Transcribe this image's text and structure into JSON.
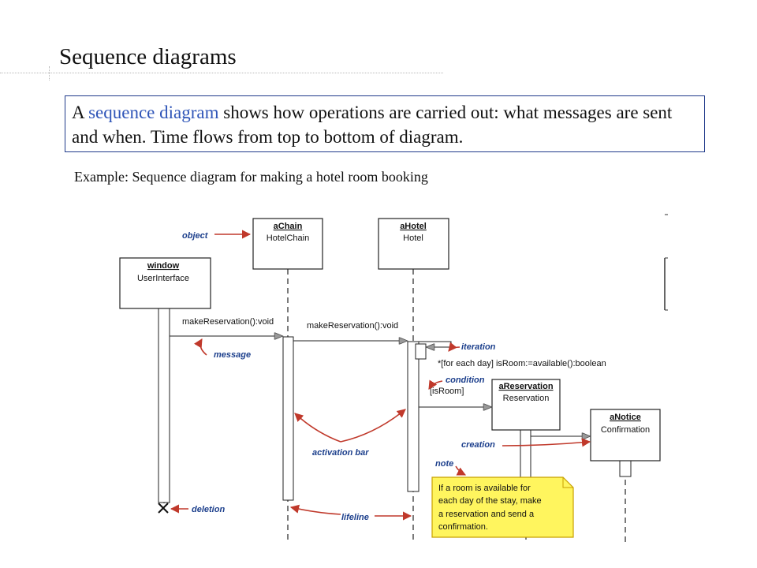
{
  "slide": {
    "title": "Sequence diagrams",
    "definition": {
      "prefix": "A ",
      "term": "sequence diagram",
      "rest": " shows how operations are carried out: what messages are sent and when. Time flows from top to bottom of diagram."
    },
    "example": "Example: Sequence diagram for making a hotel room booking"
  },
  "diagram": {
    "objects": [
      {
        "name": "window",
        "class": "UserInterface"
      },
      {
        "name": "aChain",
        "class": "HotelChain"
      },
      {
        "name": "aHotel",
        "class": "Hotel"
      },
      {
        "name": "aReservation",
        "class": "Reservation"
      },
      {
        "name": "aNotice",
        "class": "Confirmation"
      }
    ],
    "messages": [
      "makeReservation():void",
      "makeReservation():void",
      "*[for each day] isRoom:=available():boolean",
      "[isRoom]"
    ],
    "annotations": {
      "object": "object",
      "message": "message",
      "iteration": "iteration",
      "condition": "condition",
      "creation": "creation",
      "activation_bar": "activation bar",
      "note": "note",
      "deletion": "deletion",
      "lifeline": "lifeline"
    },
    "note_lines": [
      "If a room is available for",
      "each day of the stay, make",
      "a reservation and send a",
      "confirmation."
    ],
    "colors": {
      "annotation_text": "#1c3f8c",
      "annotation_arrow": "#c0392b",
      "note_fill": "#fff55e",
      "note_border": "#c8a000"
    }
  }
}
